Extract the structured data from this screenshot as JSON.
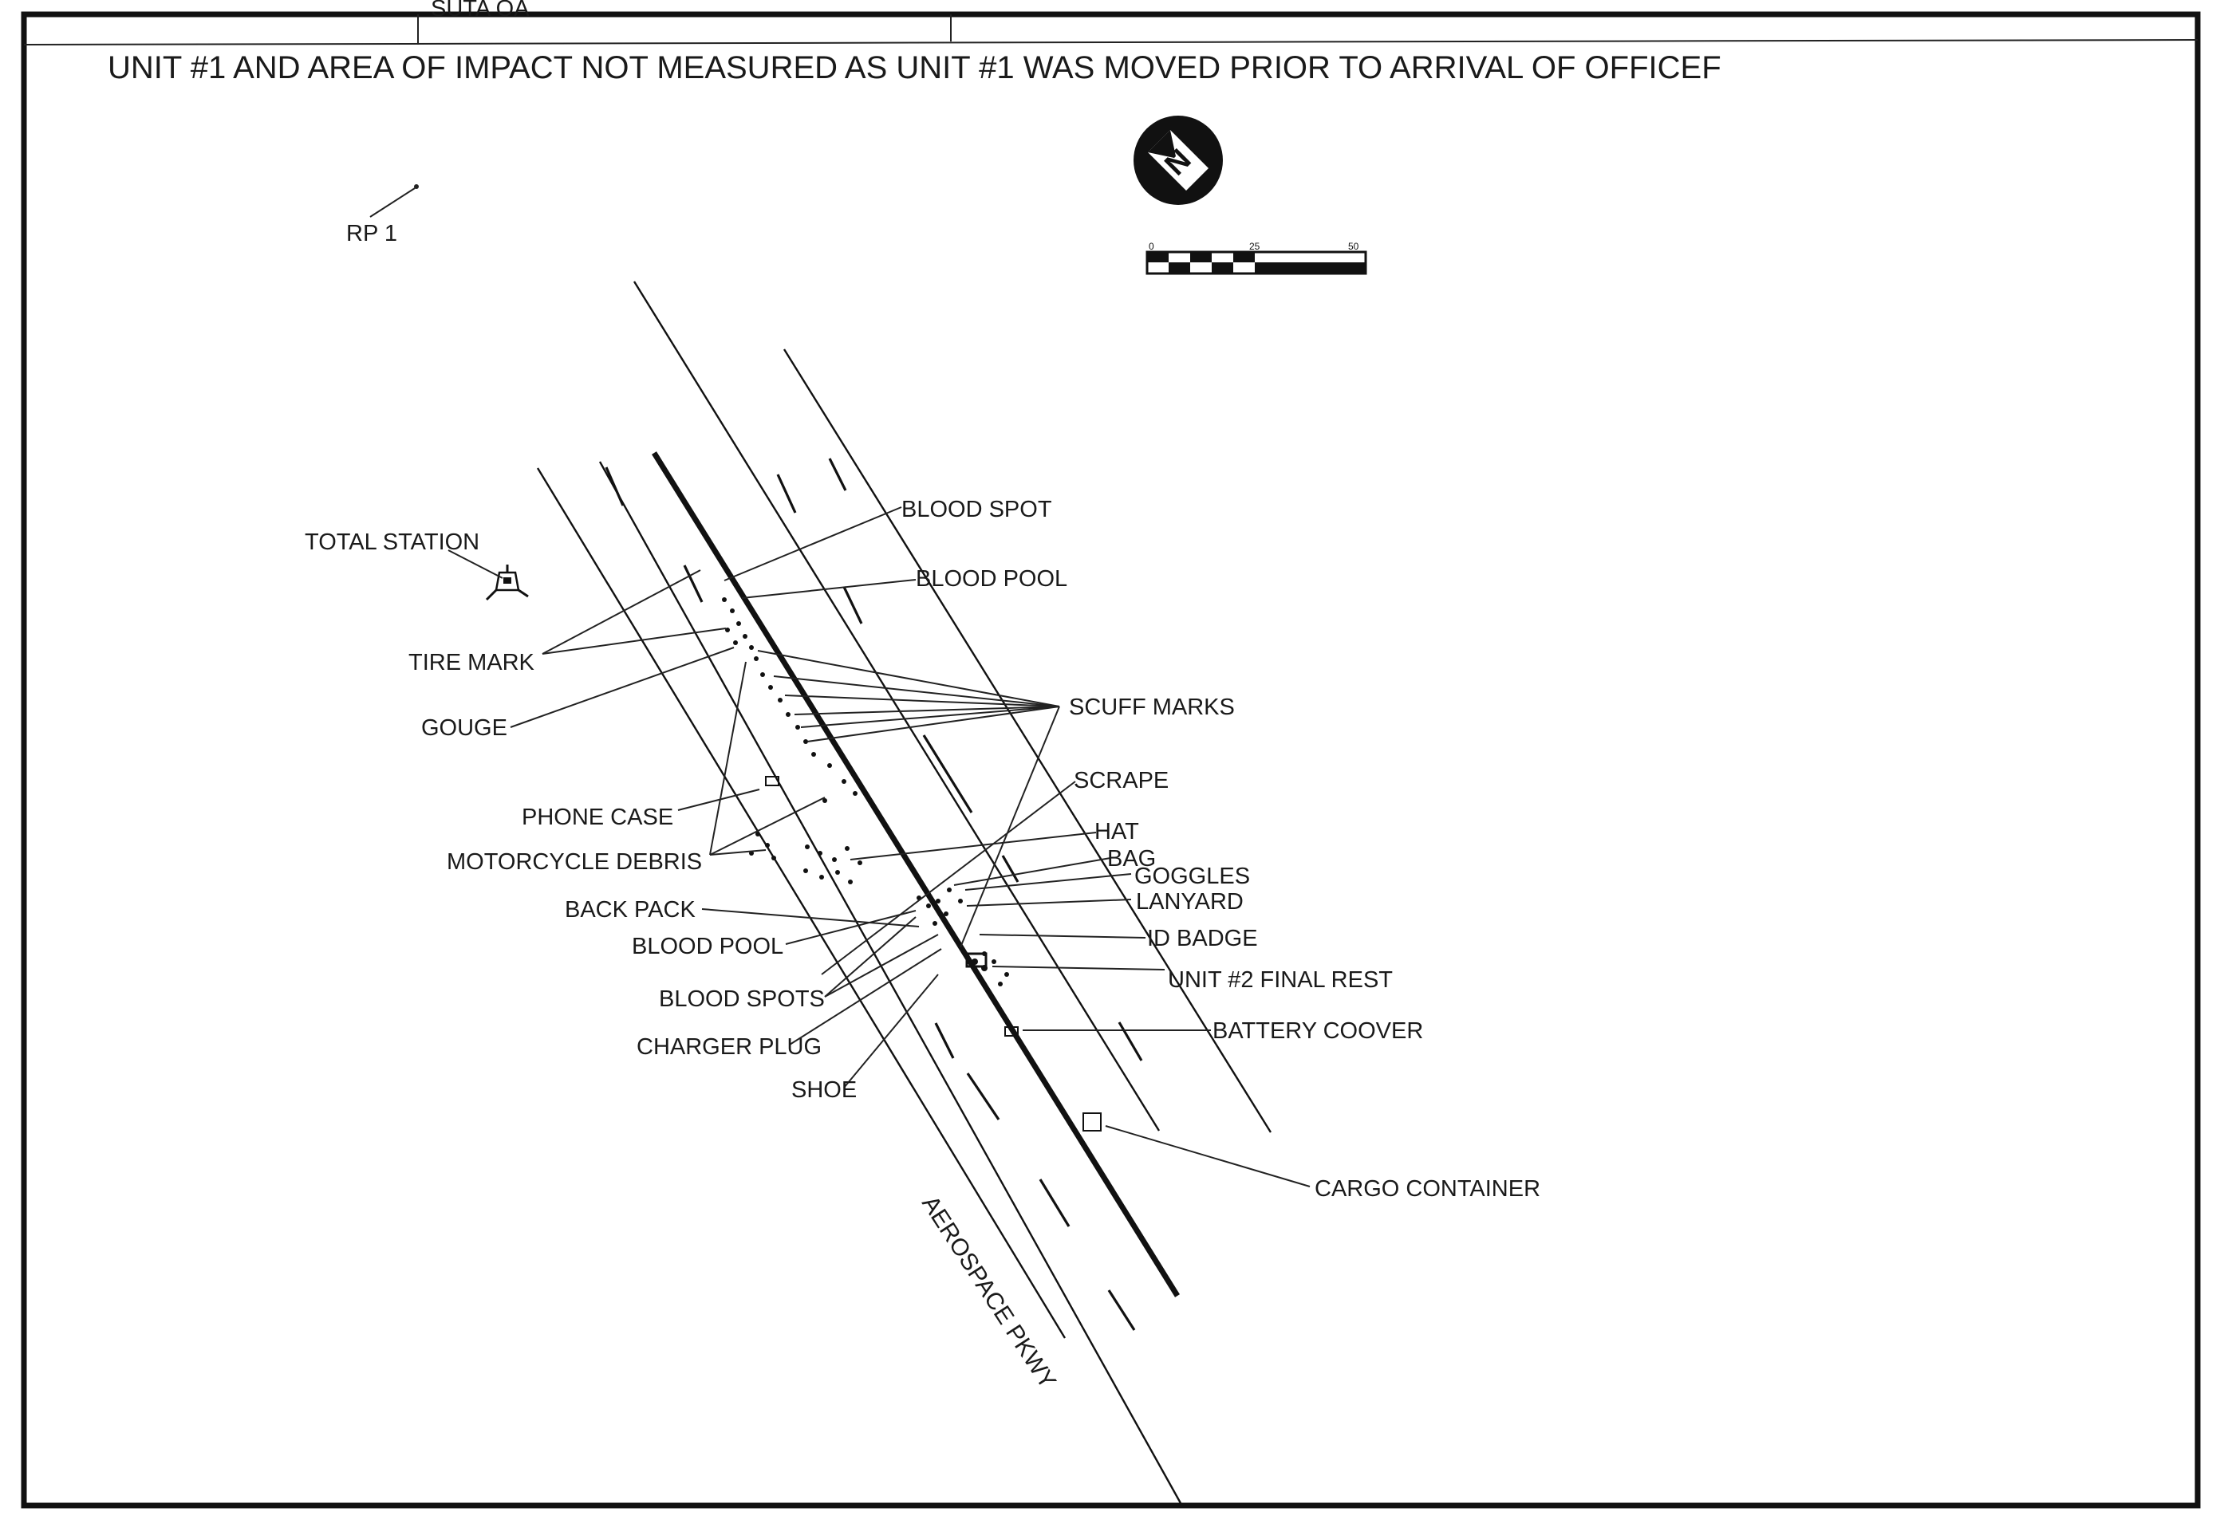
{
  "header": {
    "header_text_fragment": "SUTA OA",
    "title": "UNIT #1 AND AREA OF IMPACT NOT MEASURED AS UNIT #1 WAS MOVED PRIOR TO ARRIVAL OF OFFICEF"
  },
  "reference_point": "RP 1",
  "scale_bar": {
    "ticks": [
      "0",
      "25",
      "50"
    ]
  },
  "north_arrow": {
    "letter": "N",
    "icon": "north-arrow-icon"
  },
  "road_name": "AEROSPACE PKWY",
  "labels": {
    "total_station": "TOTAL STATION",
    "tire_mark": "TIRE MARK",
    "gouge": "GOUGE",
    "phone_case": "PHONE CASE",
    "motorcycle_debris": "MOTORCYCLE DEBRIS",
    "back_pack": "BACK PACK",
    "blood_pool_left": "BLOOD POOL",
    "blood_spots": "BLOOD SPOTS",
    "charger_plug": "CHARGER PLUG",
    "shoe": "SHOE",
    "blood_spot": "BLOOD SPOT",
    "blood_pool_right": "BLOOD POOL",
    "scuff_marks": "SCUFF MARKS",
    "scrape": "SCRAPE",
    "hat": "HAT",
    "bag": "BAG",
    "goggles": "GOGGLES",
    "lanyard": "LANYARD",
    "id_badge": "ID BADGE",
    "unit2_final_rest": "UNIT #2 FINAL REST",
    "battery_cover": "BATTERY COOVER",
    "cargo_container": "CARGO CONTAINER"
  }
}
